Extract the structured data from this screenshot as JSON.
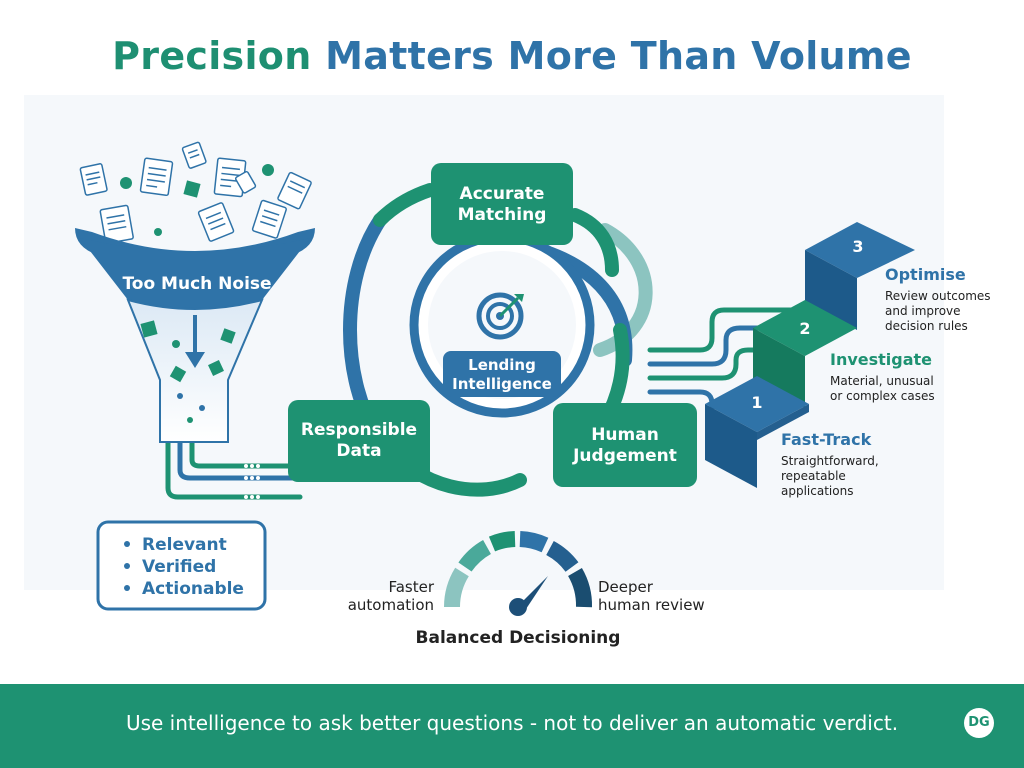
{
  "title": {
    "part1": "Precision",
    "part2": "Matters More Than Volume"
  },
  "funnel": {
    "label": "Too Much Noise"
  },
  "cycle": {
    "center_label": [
      "Lending",
      "Intelligence"
    ],
    "nodes": {
      "matching": [
        "Accurate",
        "Matching"
      ],
      "data": [
        "Responsible",
        "Data"
      ],
      "judgement": [
        "Human",
        "Judgement"
      ]
    }
  },
  "checklist": {
    "items": [
      "Relevant",
      "Verified",
      "Actionable"
    ]
  },
  "steps": [
    {
      "number": "1",
      "title": "Fast-Track",
      "desc": [
        "Straightforward,",
        "repeatable",
        "applications"
      ]
    },
    {
      "number": "2",
      "title": "Investigate",
      "desc": [
        "Material, unusual",
        "or complex cases"
      ]
    },
    {
      "number": "3",
      "title": "Optimise",
      "desc": [
        "Review outcomes",
        "and improve",
        "decision rules"
      ]
    }
  ],
  "gauge": {
    "left_label": [
      "Faster",
      "automation"
    ],
    "right_label": [
      "Deeper",
      "human review"
    ],
    "caption": "Balanced Decisioning"
  },
  "footer": {
    "text": "Use intelligence to ask better questions - not to deliver an automatic verdict.",
    "logo": "DG"
  },
  "colors": {
    "green": "#1e9272",
    "blue": "#2f73a8",
    "dark_blue": "#1d5a8a",
    "teal_light": "#8cc4c0"
  }
}
